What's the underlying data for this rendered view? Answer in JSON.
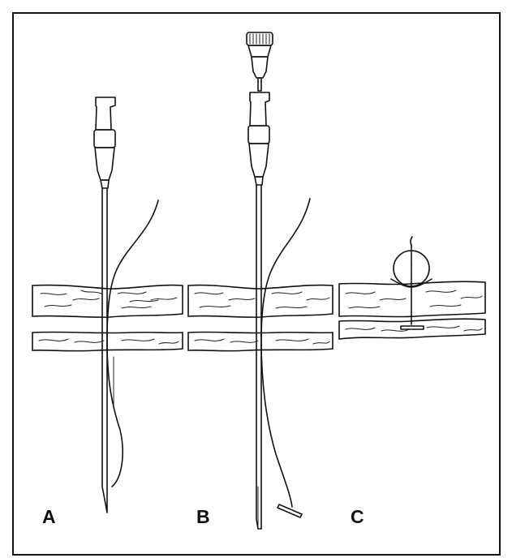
{
  "figure": {
    "panels": [
      {
        "id": "A",
        "label": "A"
      },
      {
        "id": "B",
        "label": "B"
      },
      {
        "id": "C",
        "label": "C"
      }
    ],
    "colors": {
      "ink": "#111111",
      "background": "#ffffff"
    }
  }
}
